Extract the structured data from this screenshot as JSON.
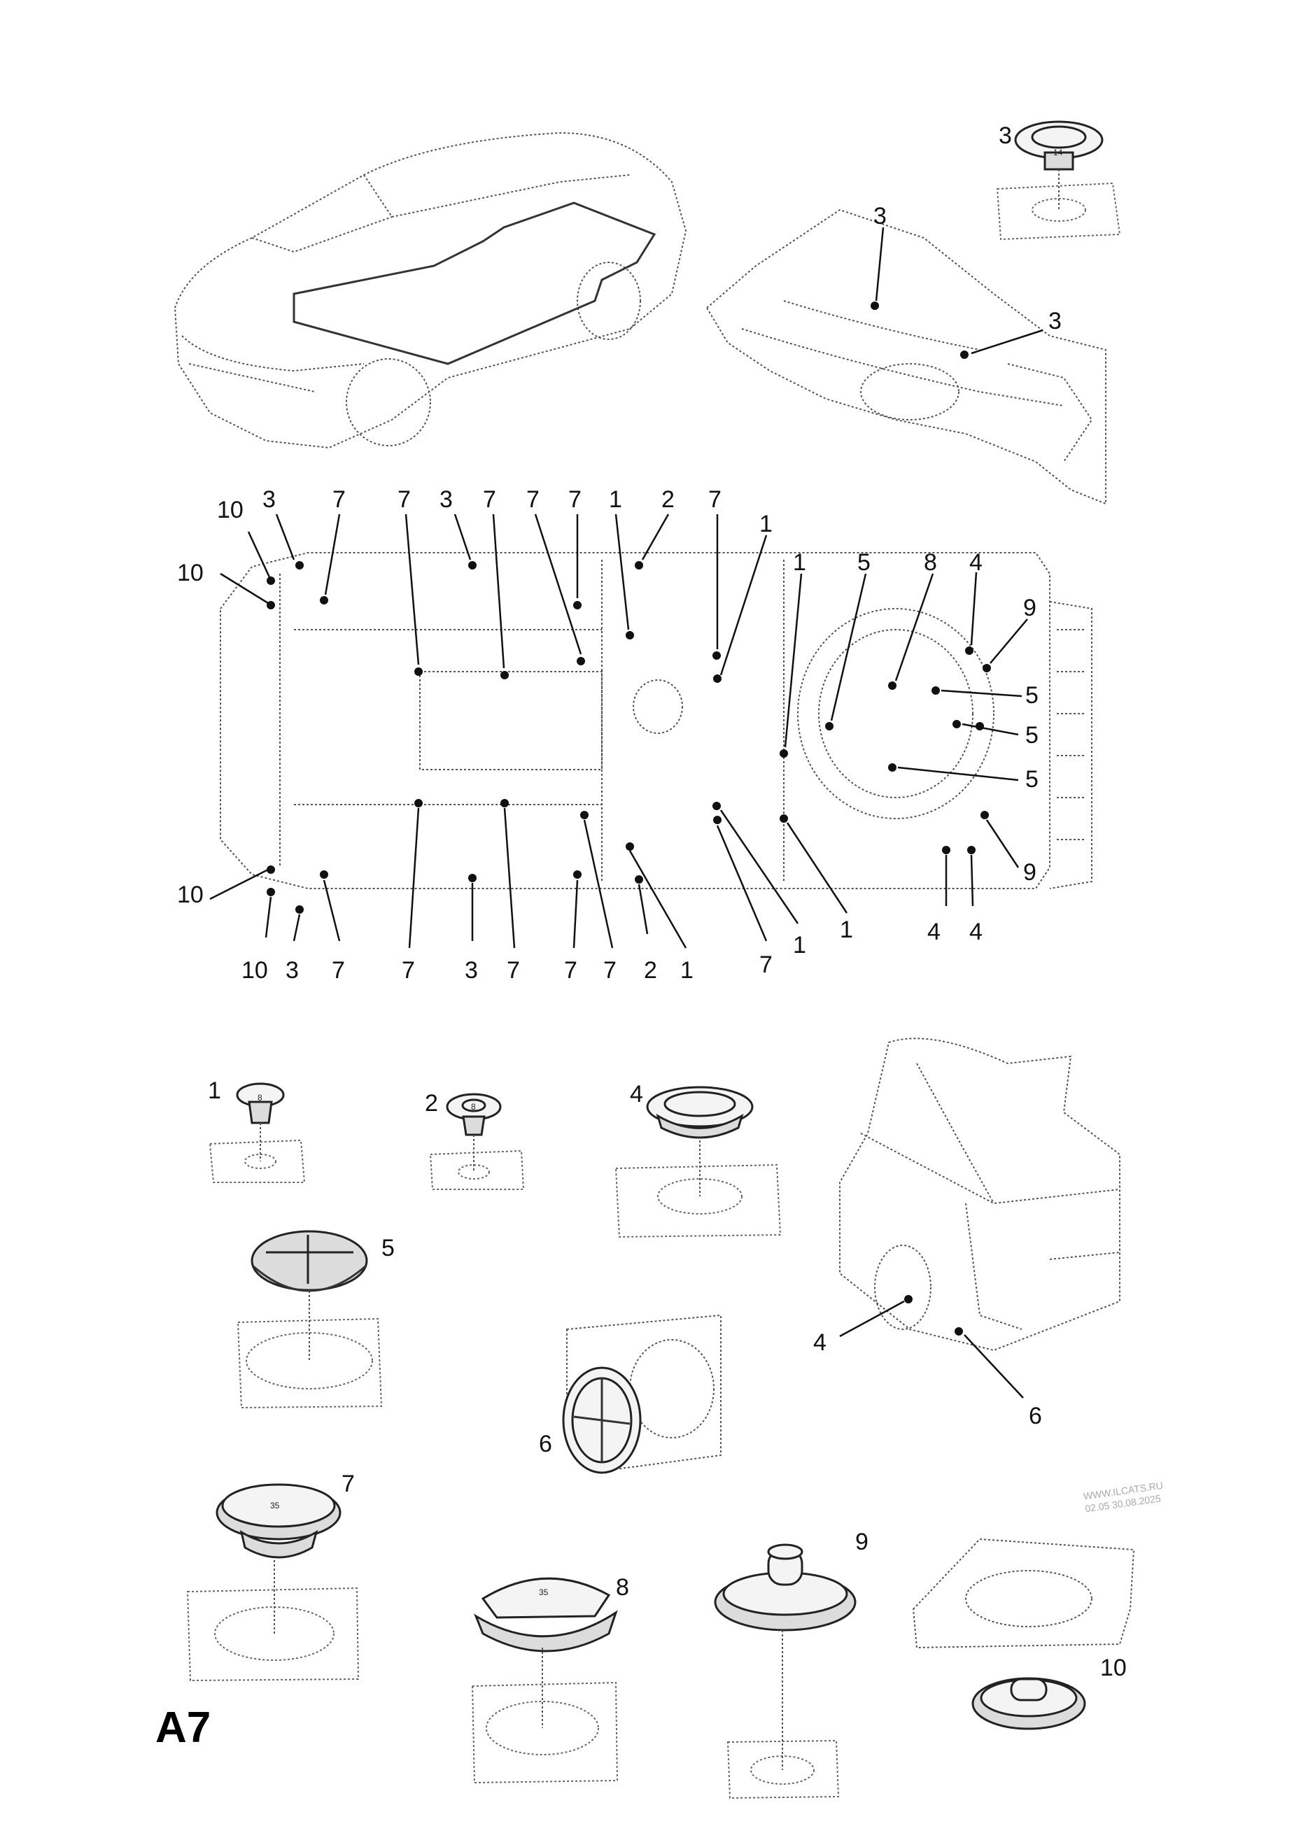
{
  "page_code": "A7",
  "watermark": {
    "line1": "WWW.ILCATS.RU",
    "line2": "02.05 30.08.2025"
  },
  "part_stamps": {
    "p1": "8",
    "p2": "8",
    "p3": "14",
    "p7": "35",
    "p8": "35"
  },
  "colors": {
    "ink": "#111111",
    "drawing": "#555555",
    "background": "#ffffff"
  },
  "upper_labels": [
    "3",
    "3",
    "3"
  ],
  "floor_labels_top": [
    "10",
    "3",
    "7",
    "7",
    "3",
    "7",
    "7",
    "7",
    "1",
    "2",
    "7",
    "1",
    "1",
    "5",
    "8",
    "4"
  ],
  "floor_labels_left": [
    "10",
    "10"
  ],
  "floor_labels_right": [
    "9",
    "5",
    "5",
    "5",
    "9"
  ],
  "floor_labels_bottom": [
    "10",
    "3",
    "7",
    "7",
    "3",
    "7",
    "7",
    "7",
    "2",
    "1",
    "7",
    "1",
    "1",
    "4",
    "4",
    "10"
  ],
  "part_labels": [
    "1",
    "2",
    "4",
    "5",
    "6",
    "7",
    "8",
    "9",
    "10"
  ],
  "rear_labels": [
    "4",
    "6"
  ]
}
